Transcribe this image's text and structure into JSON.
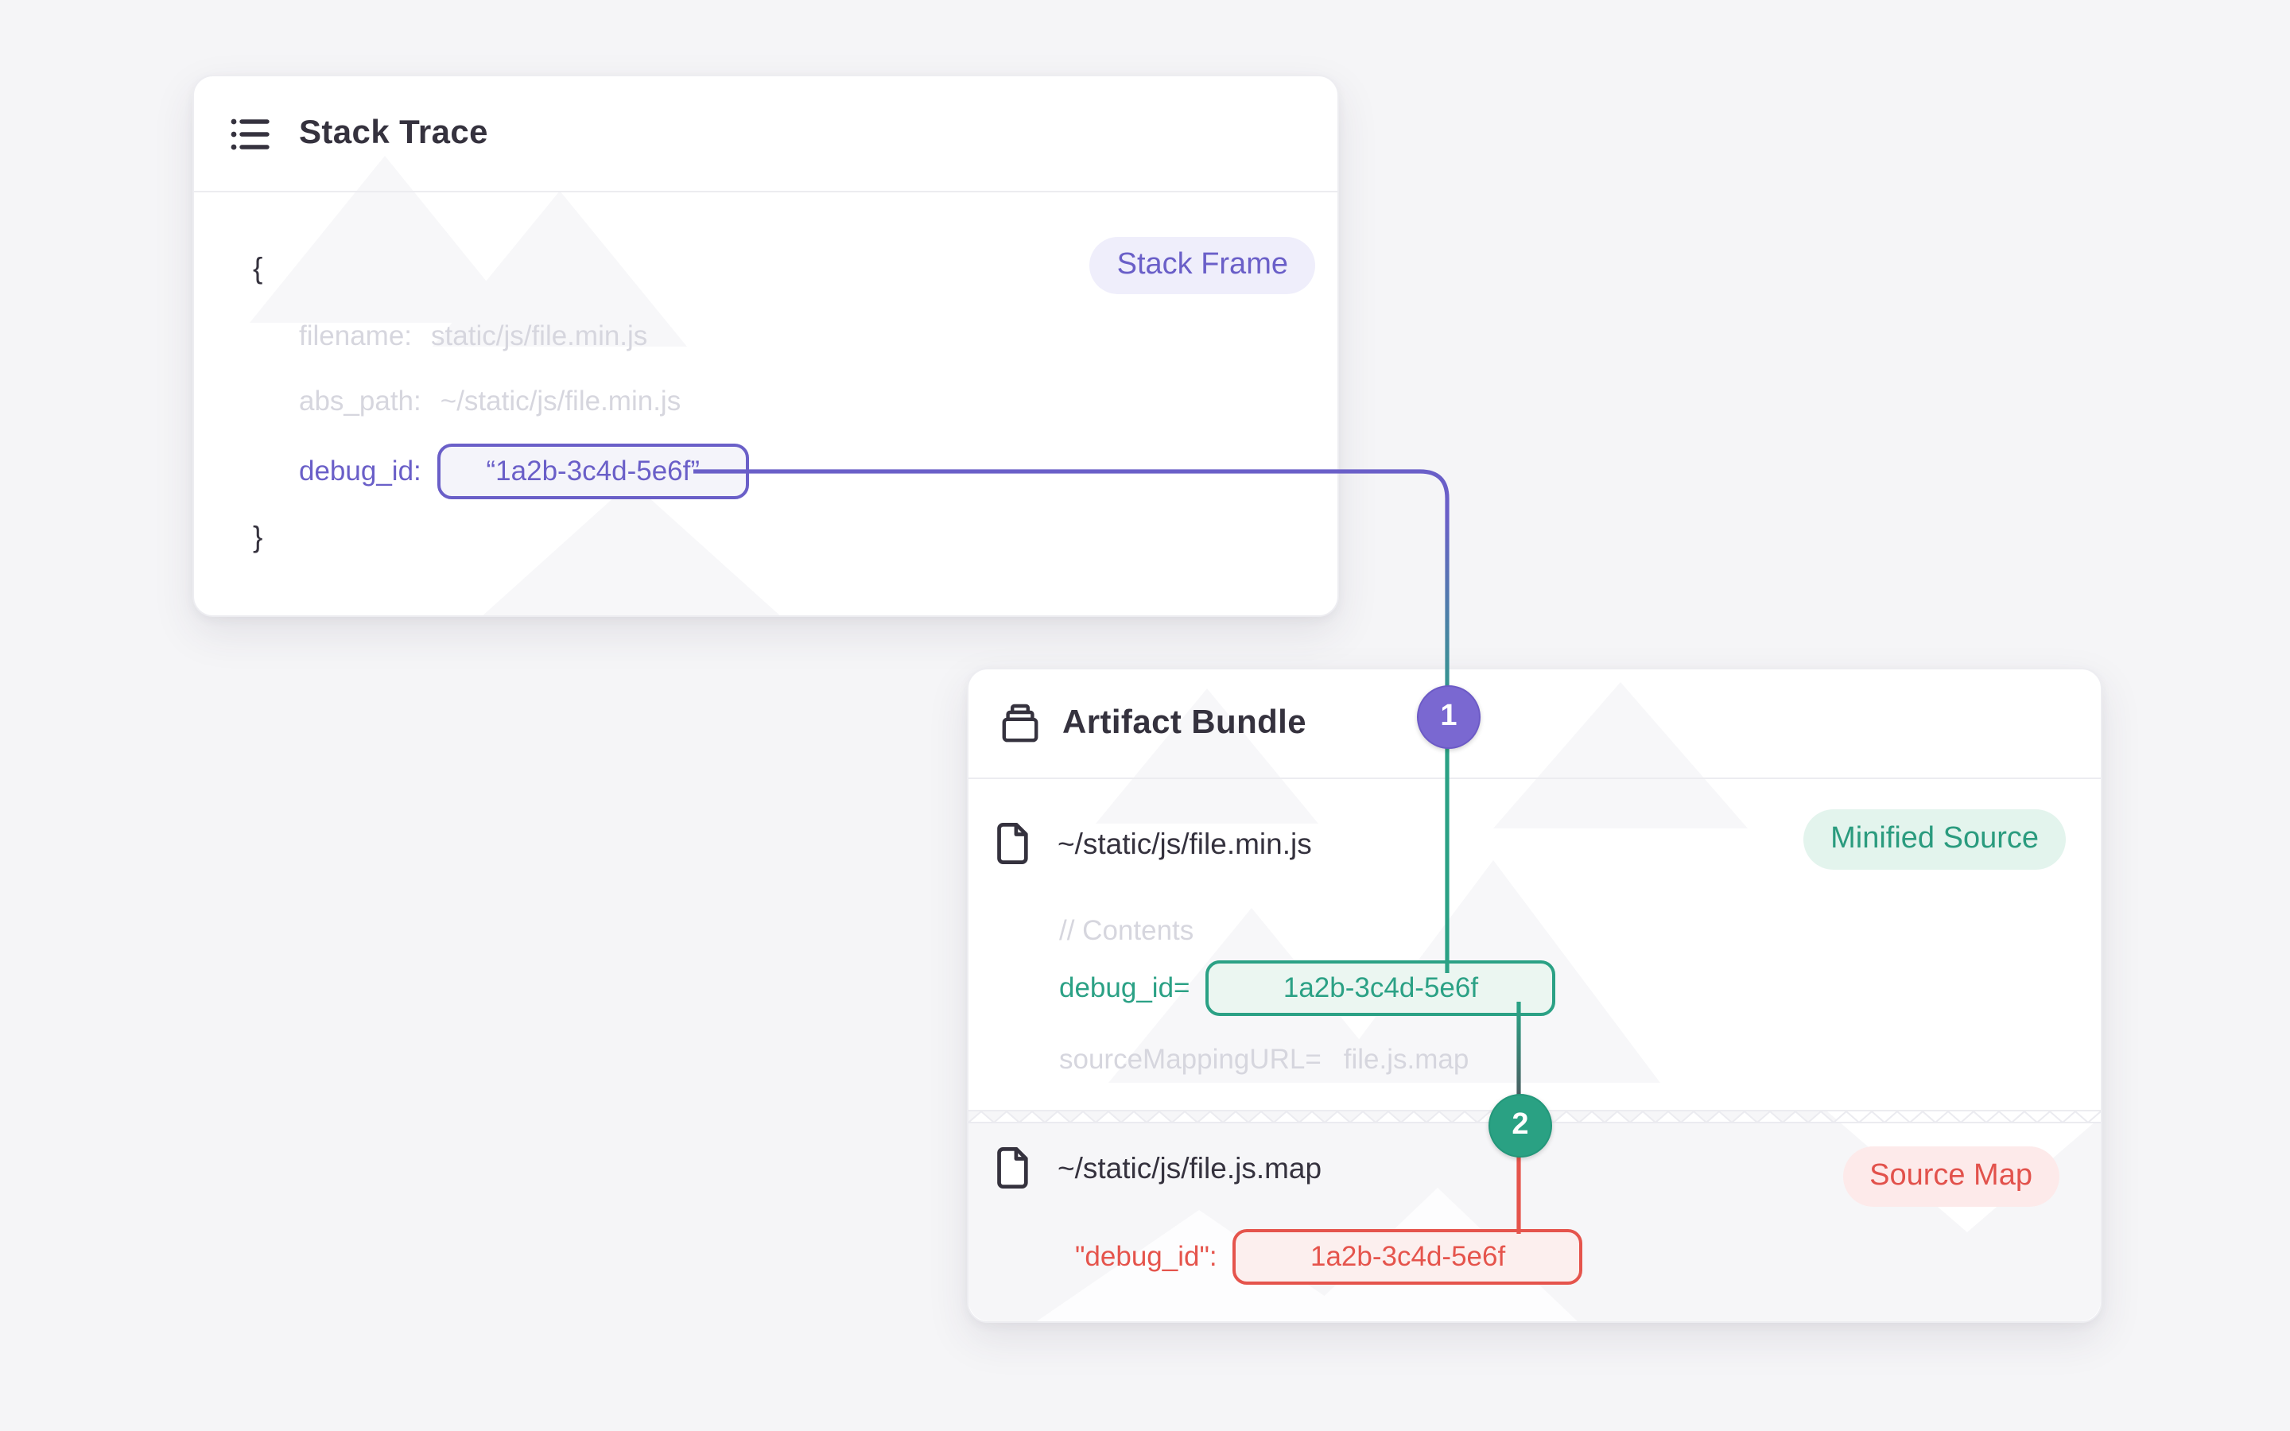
{
  "colors": {
    "accent_purple": "#6A5FC8",
    "accent_green": "#2BA185",
    "accent_red": "#E5544C",
    "ink": "#35323E",
    "muted_code": "#D6D6DE",
    "page_background": "#F5F5F7"
  },
  "stack_trace": {
    "title": "Stack Trace",
    "badge": "Stack Frame",
    "brace_open": "{",
    "brace_close": "}",
    "fields": [
      {
        "label": "filename:",
        "value": "static/js/file.min.js"
      },
      {
        "label": "abs_path:",
        "value": "~/static/js/file.min.js"
      }
    ],
    "debug": {
      "label": "debug_id:",
      "value": "“1a2b-3c4d-5e6f”"
    }
  },
  "artifact_bundle": {
    "title": "Artifact Bundle",
    "minified": {
      "path": "~/static/js/file.min.js",
      "badge": "Minified Source",
      "comment": "// Contents",
      "debug": {
        "label": "debug_id=",
        "value": "1a2b-3c4d-5e6f"
      },
      "mapping": {
        "label": "sourceMappingURL=",
        "value": "file.js.map"
      }
    },
    "sourcemap": {
      "path": "~/static/js/file.js.map",
      "badge": "Source Map",
      "debug": {
        "label": "\"debug_id\":",
        "value": "1a2b-3c4d-5e6f"
      }
    }
  },
  "steps": {
    "one": "1",
    "two": "2"
  }
}
